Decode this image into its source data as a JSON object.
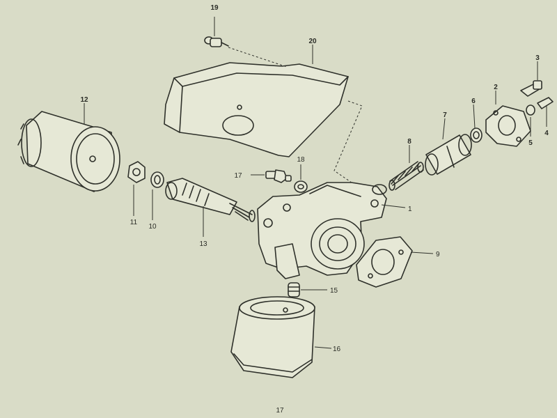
{
  "callouts": {
    "c1": "1",
    "c2": "2",
    "c3": "3",
    "c4": "4",
    "c5": "5",
    "c6": "6",
    "c7": "7",
    "c8": "8",
    "c9": "9",
    "c10": "10",
    "c11": "11",
    "c12": "12",
    "c13": "13",
    "c15": "15",
    "c16": "16",
    "c17": "17",
    "c18": "18",
    "c19": "19",
    "c20": "20"
  },
  "page_number": "17"
}
